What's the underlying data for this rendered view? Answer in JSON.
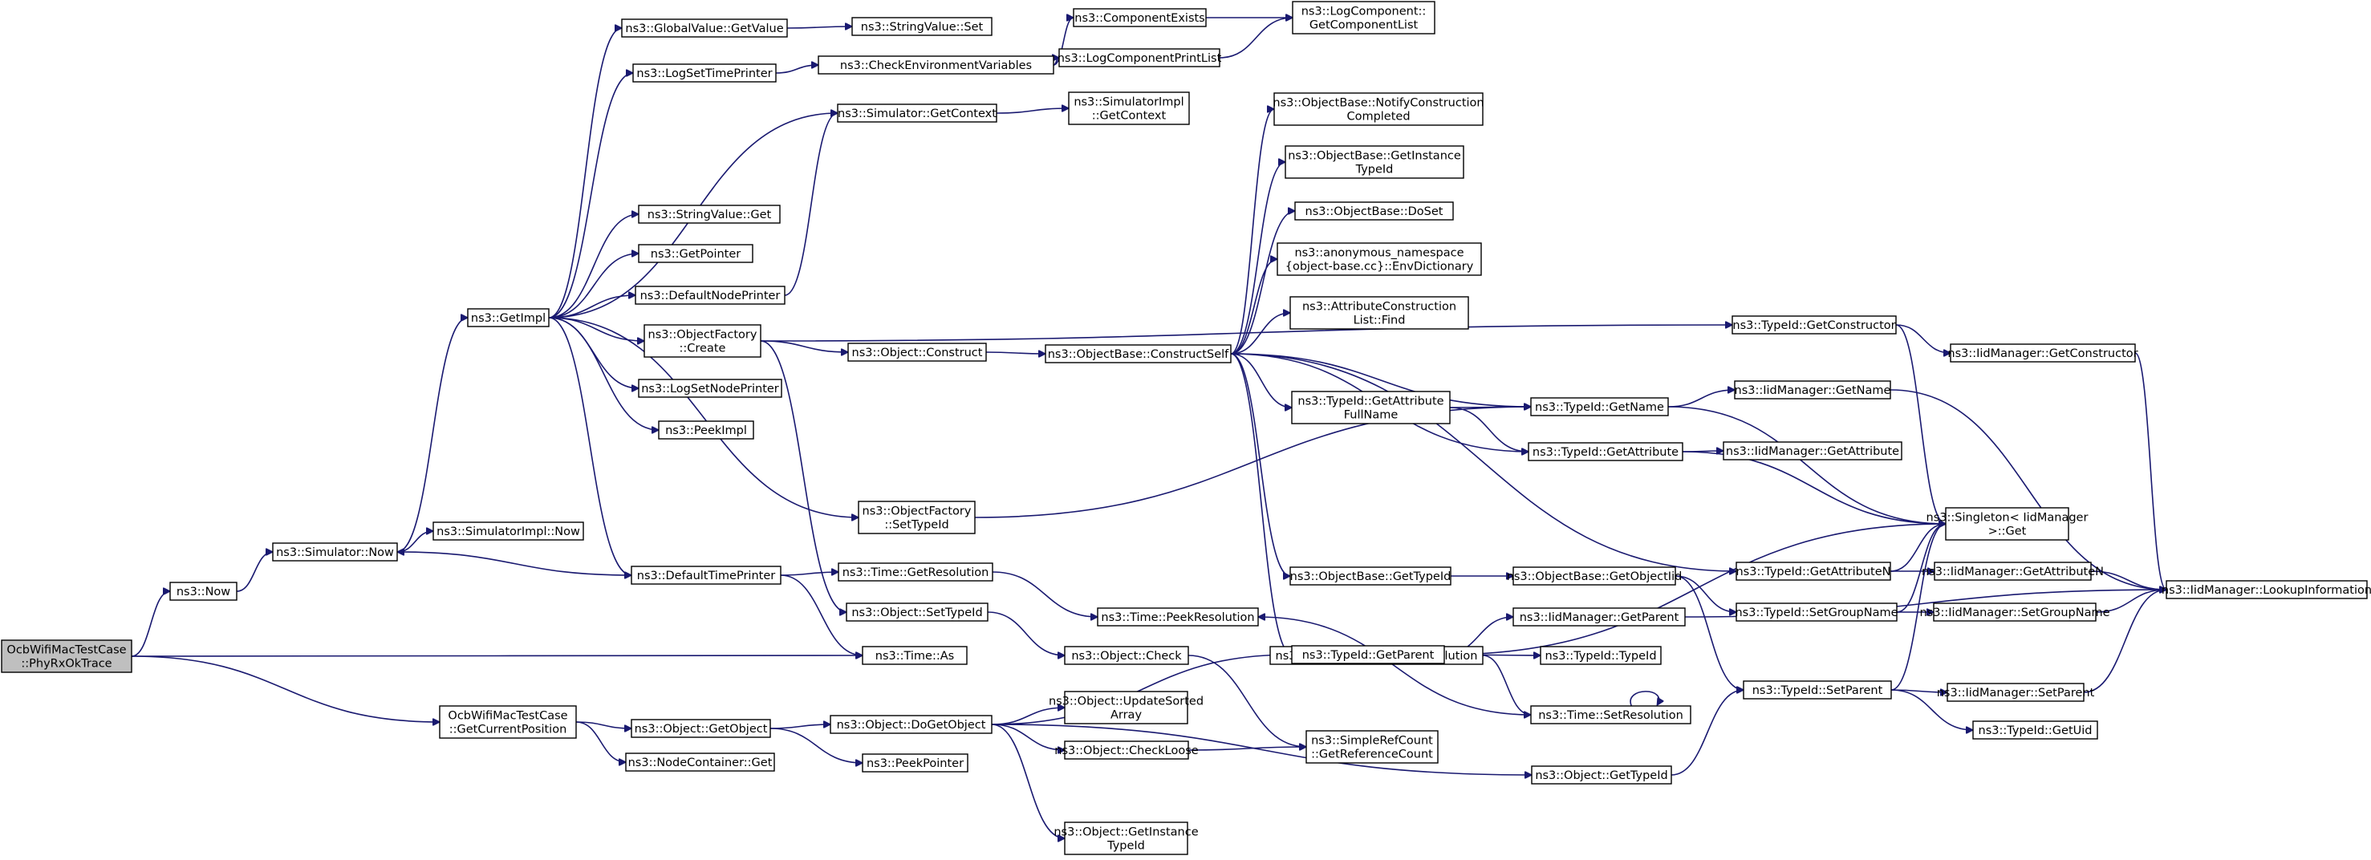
{
  "graph": {
    "nodes": [
      {
        "id": "root",
        "lines": [
          "OcbWifiMacTestCase",
          "::PhyRxOkTrace"
        ],
        "root": true
      },
      {
        "id": "now",
        "lines": [
          "ns3::Now"
        ]
      },
      {
        "id": "simnow",
        "lines": [
          "ns3::Simulator::Now"
        ]
      },
      {
        "id": "simimplnow",
        "lines": [
          "ns3::SimulatorImpl::Now"
        ]
      },
      {
        "id": "getimpl",
        "lines": [
          "ns3::GetImpl"
        ]
      },
      {
        "id": "gvgetvalue",
        "lines": [
          "ns3::GlobalValue::GetValue"
        ]
      },
      {
        "id": "svset",
        "lines": [
          "ns3::StringValue::Set"
        ]
      },
      {
        "id": "logsettime",
        "lines": [
          "ns3::LogSetTimePrinter"
        ]
      },
      {
        "id": "checkenv",
        "lines": [
          "ns3::CheckEnvironmentVariables"
        ]
      },
      {
        "id": "compexists",
        "lines": [
          "ns3::ComponentExists"
        ]
      },
      {
        "id": "logcomplist",
        "lines": [
          "ns3::LogComponent::",
          "GetComponentList"
        ]
      },
      {
        "id": "logcompprint",
        "lines": [
          "ns3::LogComponentPrintList"
        ]
      },
      {
        "id": "simgetctx",
        "lines": [
          "ns3::Simulator::GetContext"
        ]
      },
      {
        "id": "simimplctx",
        "lines": [
          "ns3::SimulatorImpl",
          "::GetContext"
        ]
      },
      {
        "id": "svget",
        "lines": [
          "ns3::StringValue::Get"
        ]
      },
      {
        "id": "getpointer",
        "lines": [
          "ns3::GetPointer"
        ]
      },
      {
        "id": "defnodeprinter",
        "lines": [
          "ns3::DefaultNodePrinter"
        ]
      },
      {
        "id": "ofcreate",
        "lines": [
          "ns3::ObjectFactory",
          "::Create"
        ]
      },
      {
        "id": "logsetnode",
        "lines": [
          "ns3::LogSetNodePrinter"
        ]
      },
      {
        "id": "peekimpl",
        "lines": [
          "ns3::PeekImpl"
        ]
      },
      {
        "id": "ofsettypeid",
        "lines": [
          "ns3::ObjectFactory",
          "::SetTypeId"
        ]
      },
      {
        "id": "deftimeprinter",
        "lines": [
          "ns3::DefaultTimePrinter"
        ]
      },
      {
        "id": "timeas",
        "lines": [
          "ns3::Time::As"
        ]
      },
      {
        "id": "timegetres",
        "lines": [
          "ns3::Time::GetResolution"
        ]
      },
      {
        "id": "objsettypeid",
        "lines": [
          "ns3::Object::SetTypeId"
        ]
      },
      {
        "id": "timepeekres",
        "lines": [
          "ns3::Time::PeekResolution"
        ]
      },
      {
        "id": "objcheck",
        "lines": [
          "ns3::Object::Check"
        ]
      },
      {
        "id": "timesetdef",
        "lines": [
          "ns3::Time::SetDefaultNsResolution"
        ]
      },
      {
        "id": "timesetres",
        "lines": [
          "ns3::Time::SetResolution"
        ]
      },
      {
        "id": "objconstruct",
        "lines": [
          "ns3::Object::Construct"
        ]
      },
      {
        "id": "obconstructself",
        "lines": [
          "ns3::ObjectBase::ConstructSelf"
        ]
      },
      {
        "id": "obnotify",
        "lines": [
          "ns3::ObjectBase::NotifyConstruction",
          "Completed"
        ]
      },
      {
        "id": "obgetinst",
        "lines": [
          "ns3::ObjectBase::GetInstance",
          "TypeId"
        ]
      },
      {
        "id": "obdoset",
        "lines": [
          "ns3::ObjectBase::DoSet"
        ]
      },
      {
        "id": "anonenv",
        "lines": [
          "ns3::anonymous_namespace",
          "{object-base.cc}::EnvDictionary"
        ]
      },
      {
        "id": "acfind",
        "lines": [
          "ns3::AttributeConstruction",
          "List::Find"
        ]
      },
      {
        "id": "tidgetattrfull",
        "lines": [
          "ns3::TypeId::GetAttribute",
          "FullName"
        ]
      },
      {
        "id": "tidgetname",
        "lines": [
          "ns3::TypeId::GetName"
        ]
      },
      {
        "id": "tidgetattr",
        "lines": [
          "ns3::TypeId::GetAttribute"
        ]
      },
      {
        "id": "obgettypeid",
        "lines": [
          "ns3::ObjectBase::GetTypeId"
        ]
      },
      {
        "id": "obgetobjiid",
        "lines": [
          "ns3::ObjectBase::GetObjectIid"
        ]
      },
      {
        "id": "tidgetparent",
        "lines": [
          "ns3::TypeId::GetParent"
        ]
      },
      {
        "id": "tidtypeid",
        "lines": [
          "ns3::TypeId::TypeId"
        ]
      },
      {
        "id": "iidgetparent",
        "lines": [
          "ns3::IidManager::GetParent"
        ]
      },
      {
        "id": "tidgetctor",
        "lines": [
          "ns3::TypeId::GetConstructor"
        ]
      },
      {
        "id": "iidgetctor",
        "lines": [
          "ns3::IidManager::GetConstructor"
        ]
      },
      {
        "id": "iidgetname",
        "lines": [
          "ns3::IidManager::GetName"
        ]
      },
      {
        "id": "iidgetattr",
        "lines": [
          "ns3::IidManager::GetAttribute"
        ]
      },
      {
        "id": "singleton",
        "lines": [
          "ns3::Singleton< IidManager",
          "  >::Get"
        ]
      },
      {
        "id": "tidgetattrn",
        "lines": [
          "ns3::TypeId::GetAttributeN"
        ]
      },
      {
        "id": "iidgetattrn",
        "lines": [
          "ns3::IidManager::GetAttributeN"
        ]
      },
      {
        "id": "iidlookup",
        "lines": [
          "ns3::IidManager::LookupInformation"
        ]
      },
      {
        "id": "tidsetgroup",
        "lines": [
          "ns3::TypeId::SetGroupName"
        ]
      },
      {
        "id": "iidsetgroup",
        "lines": [
          "ns3::IidManager::SetGroupName"
        ]
      },
      {
        "id": "tidsetparent",
        "lines": [
          "ns3::TypeId::SetParent"
        ]
      },
      {
        "id": "iidsetparent",
        "lines": [
          "ns3::IidManager::SetParent"
        ]
      },
      {
        "id": "tidgetuid",
        "lines": [
          "ns3::TypeId::GetUid"
        ]
      },
      {
        "id": "ocbgetpos",
        "lines": [
          "OcbWifiMacTestCase",
          "::GetCurrentPosition"
        ]
      },
      {
        "id": "objgetobject",
        "lines": [
          "ns3::Object::GetObject"
        ]
      },
      {
        "id": "nodecontget",
        "lines": [
          "ns3::NodeContainer::Get"
        ]
      },
      {
        "id": "objdogetobject",
        "lines": [
          "ns3::Object::DoGetObject"
        ]
      },
      {
        "id": "peekpointer",
        "lines": [
          "ns3::PeekPointer"
        ]
      },
      {
        "id": "objupdsorted",
        "lines": [
          "ns3::Object::UpdateSorted",
          "Array"
        ]
      },
      {
        "id": "objcheckloose",
        "lines": [
          "ns3::Object::CheckLoose"
        ]
      },
      {
        "id": "srcgetref",
        "lines": [
          "ns3::SimpleRefCount",
          "::GetReferenceCount"
        ]
      },
      {
        "id": "objgetinst",
        "lines": [
          "ns3::Object::GetInstance",
          "TypeId"
        ]
      },
      {
        "id": "objgettypeid",
        "lines": [
          "ns3::Object::GetTypeId"
        ]
      }
    ],
    "edges": [
      [
        "root",
        "now"
      ],
      [
        "root",
        "timeas"
      ],
      [
        "root",
        "ocbgetpos"
      ],
      [
        "now",
        "simnow"
      ],
      [
        "simnow",
        "getimpl"
      ],
      [
        "simnow",
        "simimplnow"
      ],
      [
        "getimpl",
        "gvgetvalue"
      ],
      [
        "getimpl",
        "logsettime"
      ],
      [
        "getimpl",
        "simgetctx"
      ],
      [
        "getimpl",
        "svget"
      ],
      [
        "getimpl",
        "getpointer"
      ],
      [
        "getimpl",
        "defnodeprinter"
      ],
      [
        "getimpl",
        "ofcreate"
      ],
      [
        "getimpl",
        "logsetnode"
      ],
      [
        "getimpl",
        "peekimpl"
      ],
      [
        "getimpl",
        "ofsettypeid"
      ],
      [
        "getimpl",
        "deftimeprinter"
      ],
      [
        "gvgetvalue",
        "svset"
      ],
      [
        "logsettime",
        "checkenv"
      ],
      [
        "checkenv",
        "compexists"
      ],
      [
        "checkenv",
        "logcompprint"
      ],
      [
        "compexists",
        "logcomplist"
      ],
      [
        "logcompprint",
        "logcomplist"
      ],
      [
        "simgetctx",
        "simimplctx"
      ],
      [
        "defnodeprinter",
        "simgetctx"
      ],
      [
        "ofcreate",
        "objconstruct"
      ],
      [
        "ofcreate",
        "tidgetctor"
      ],
      [
        "ofcreate",
        "objsettypeid"
      ],
      [
        "ofsettypeid",
        "tidgetname"
      ],
      [
        "deftimeprinter",
        "simnow"
      ],
      [
        "deftimeprinter",
        "timegetres"
      ],
      [
        "deftimeprinter",
        "timeas"
      ],
      [
        "timegetres",
        "timepeekres"
      ],
      [
        "objsettypeid",
        "objcheck"
      ],
      [
        "objcheck",
        "srcgetref"
      ],
      [
        "timesetdef",
        "timesetres"
      ],
      [
        "timesetres",
        "timepeekres"
      ],
      [
        "timesetres",
        "timesetres"
      ],
      [
        "objconstruct",
        "obconstructself"
      ],
      [
        "obconstructself",
        "obnotify"
      ],
      [
        "obconstructself",
        "obgetinst"
      ],
      [
        "obconstructself",
        "obdoset"
      ],
      [
        "obconstructself",
        "anonenv"
      ],
      [
        "obconstructself",
        "acfind"
      ],
      [
        "obconstructself",
        "tidgetattrfull"
      ],
      [
        "obconstructself",
        "tidgetname"
      ],
      [
        "obconstructself",
        "tidgetattr"
      ],
      [
        "obconstructself",
        "obgettypeid"
      ],
      [
        "obconstructself",
        "tidgetparent"
      ],
      [
        "obconstructself",
        "tidgetattrn"
      ],
      [
        "tidgetattrfull",
        "tidgetname"
      ],
      [
        "tidgetattrfull",
        "tidgetattr"
      ],
      [
        "tidgetname",
        "iidgetname"
      ],
      [
        "tidgetname",
        "singleton"
      ],
      [
        "tidgetattr",
        "iidgetattr"
      ],
      [
        "tidgetattr",
        "singleton"
      ],
      [
        "obgettypeid",
        "obgetobjiid"
      ],
      [
        "obgetobjiid",
        "tidsetgroup"
      ],
      [
        "obgetobjiid",
        "tidsetparent"
      ],
      [
        "tidgetparent",
        "singleton"
      ],
      [
        "tidgetparent",
        "iidgetparent"
      ],
      [
        "tidgetparent",
        "tidtypeid"
      ],
      [
        "tidgetctor",
        "iidgetctor"
      ],
      [
        "tidgetctor",
        "singleton"
      ],
      [
        "iidgetctor",
        "iidlookup"
      ],
      [
        "iidgetname",
        "iidlookup"
      ],
      [
        "tidgetattrn",
        "singleton"
      ],
      [
        "tidgetattrn",
        "iidgetattrn"
      ],
      [
        "iidgetattrn",
        "iidlookup"
      ],
      [
        "iidgetparent",
        "iidlookup"
      ],
      [
        "tidsetgroup",
        "singleton"
      ],
      [
        "tidsetgroup",
        "iidsetgroup"
      ],
      [
        "iidsetgroup",
        "iidlookup"
      ],
      [
        "tidsetparent",
        "singleton"
      ],
      [
        "tidsetparent",
        "iidsetparent"
      ],
      [
        "tidsetparent",
        "tidgetuid"
      ],
      [
        "iidsetparent",
        "iidlookup"
      ],
      [
        "ocbgetpos",
        "objgetobject"
      ],
      [
        "ocbgetpos",
        "nodecontget"
      ],
      [
        "objgetobject",
        "objdogetobject"
      ],
      [
        "objgetobject",
        "peekpointer"
      ],
      [
        "objdogetobject",
        "objupdsorted"
      ],
      [
        "objdogetobject",
        "objcheckloose"
      ],
      [
        "objdogetobject",
        "objgetinst"
      ],
      [
        "objdogetobject",
        "objgettypeid"
      ],
      [
        "objdogetobject",
        "tidgetparent"
      ],
      [
        "objcheckloose",
        "srcgetref"
      ],
      [
        "objgettypeid",
        "tidsetparent"
      ]
    ]
  }
}
